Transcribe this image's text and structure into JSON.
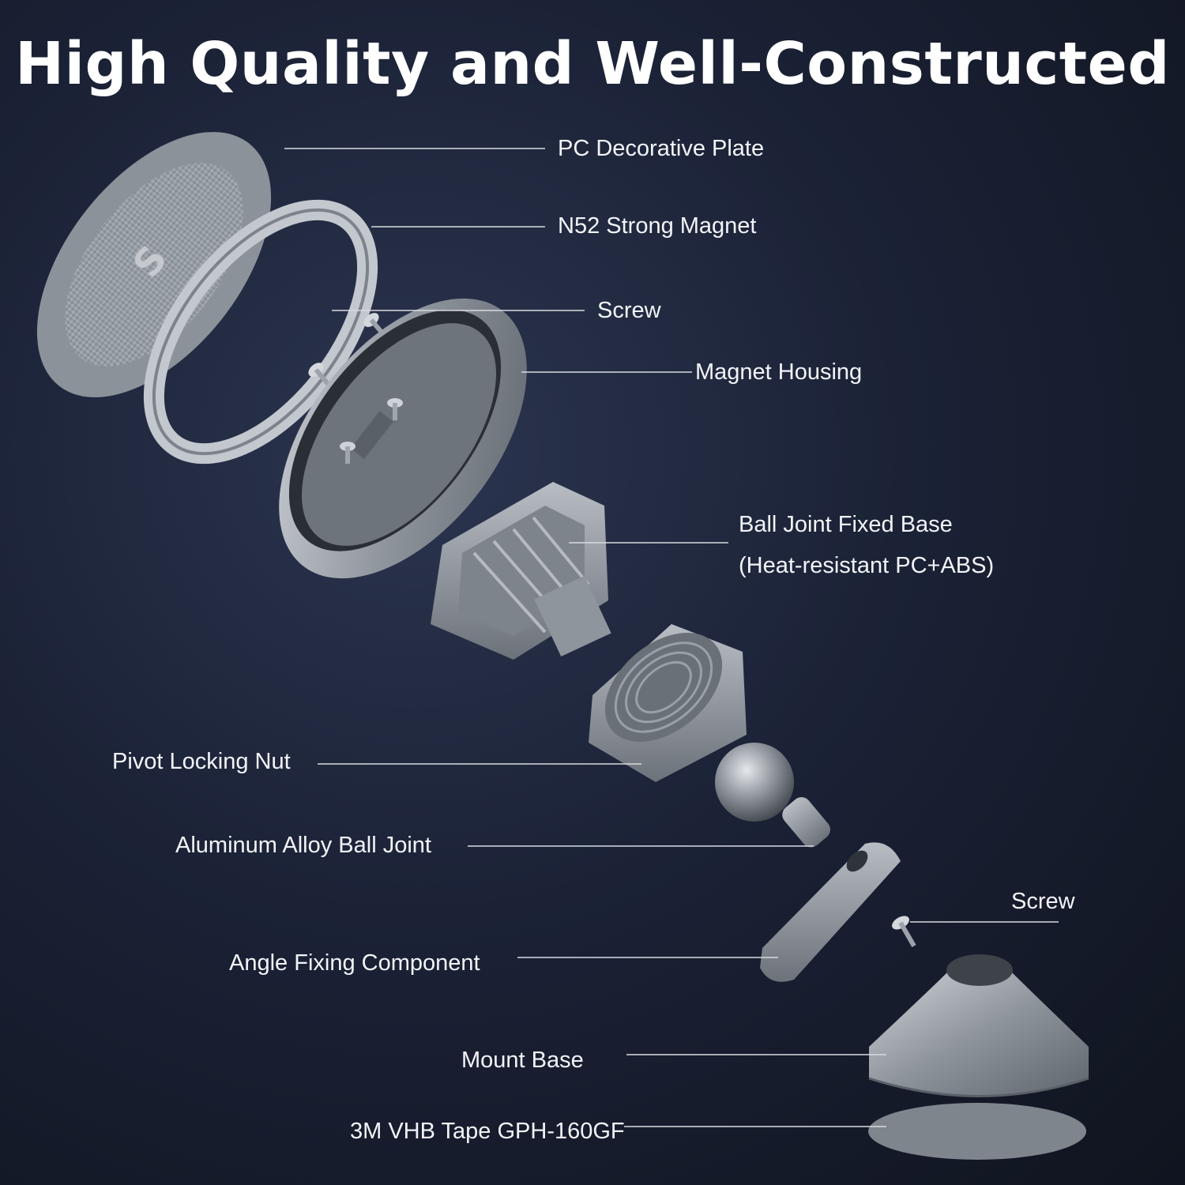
{
  "title": "High Quality and Well-Constructed",
  "parts": {
    "pc_plate": "PC Decorative Plate",
    "magnet": "N52 Strong Magnet",
    "screw_top": "Screw",
    "housing": "Magnet Housing",
    "ball_base_line1": "Ball Joint Fixed Base",
    "ball_base_line2": "(Heat-resistant PC+ABS)",
    "nut": "Pivot Locking Nut",
    "ball_joint": "Aluminum Alloy Ball Joint",
    "screw_bottom": "Screw",
    "angle_fixing": "Angle Fixing Component",
    "mount_base": "Mount Base",
    "tape": "3M VHB Tape GPH-160GF"
  },
  "colors": {
    "background": "#1b2236",
    "metal": "#9aa0a8",
    "leader_line": "#d8dbe0"
  }
}
